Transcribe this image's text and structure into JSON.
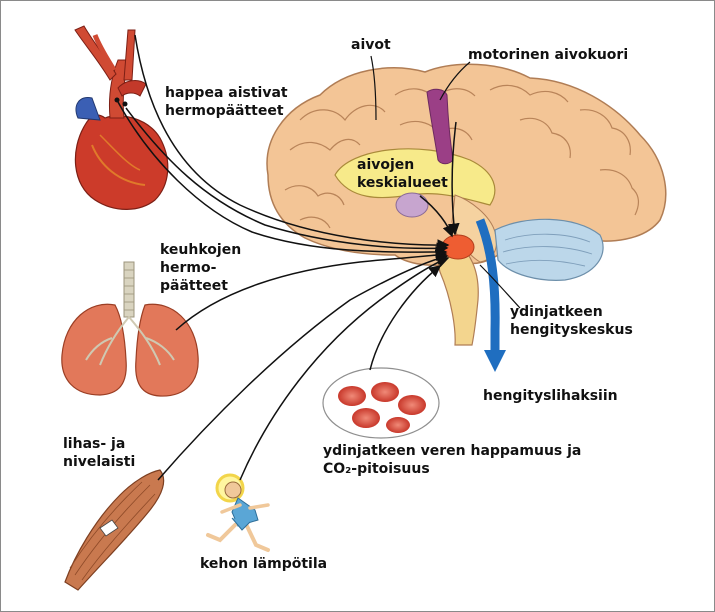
{
  "labels": {
    "aivot": "aivot",
    "motorinen": "motorinen aivokuori",
    "happea": [
      "happea aistivat",
      "hermopäätteet"
    ],
    "aivojen": [
      "aivojen",
      "keskialueet"
    ],
    "keuhkojen": [
      "keuhkojen",
      "hermo-",
      "päätteet"
    ],
    "ydinjatkeen_keskus": [
      "ydinjatkeen",
      "hengityskeskus"
    ],
    "hengityslihaksiin": "hengityslihaksiin",
    "veren": [
      "ydinjatkeen veren happamuus ja",
      "CO₂-pitoisuus"
    ],
    "lihas": [
      "lihas- ja",
      "nivelaisti"
    ],
    "kehon": "kehon lämpötila"
  },
  "colors": {
    "brain": "#f3c596",
    "brain_outline": "#b07d55",
    "motor_cortex": "#9b3f86",
    "respiratory_center": "#ee5d32",
    "output_arrow": "#1f6ec0",
    "blood_cell": "#d9473a",
    "heart": "#cc3b2a",
    "lungs": "#e2785a",
    "muscle": "#c9794f",
    "runner": "#5aa6d6"
  },
  "icons": [
    "heart-icon",
    "lungs-icon",
    "brain-icon",
    "blood-cells-icon",
    "muscle-icon",
    "runner-icon"
  ]
}
